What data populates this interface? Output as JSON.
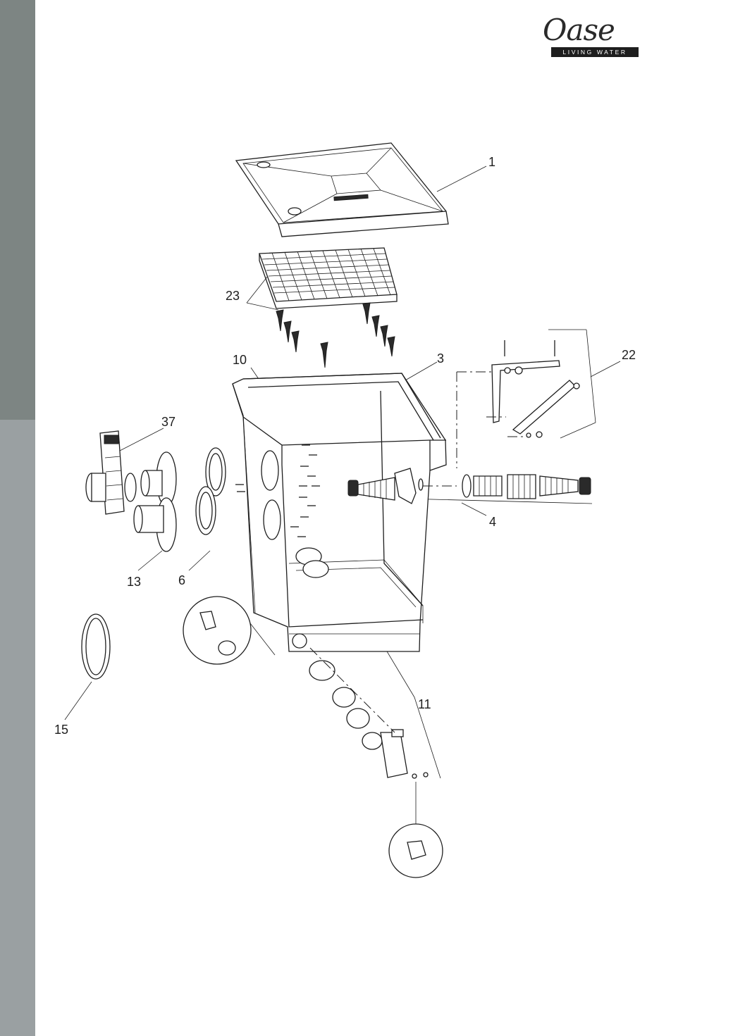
{
  "brand": {
    "name": "Oase",
    "tagline": "LIVING WATER"
  },
  "callouts": {
    "c1": "1",
    "c23": "23",
    "c10": "10",
    "c3": "3",
    "c22": "22",
    "c37": "37",
    "c4": "4",
    "c13": "13",
    "c6": "6",
    "c11": "11",
    "c15": "15"
  },
  "colors": {
    "sidebar_top": "#7d8583",
    "sidebar_bottom": "#9aa0a2",
    "line": "#1e1e1e"
  }
}
